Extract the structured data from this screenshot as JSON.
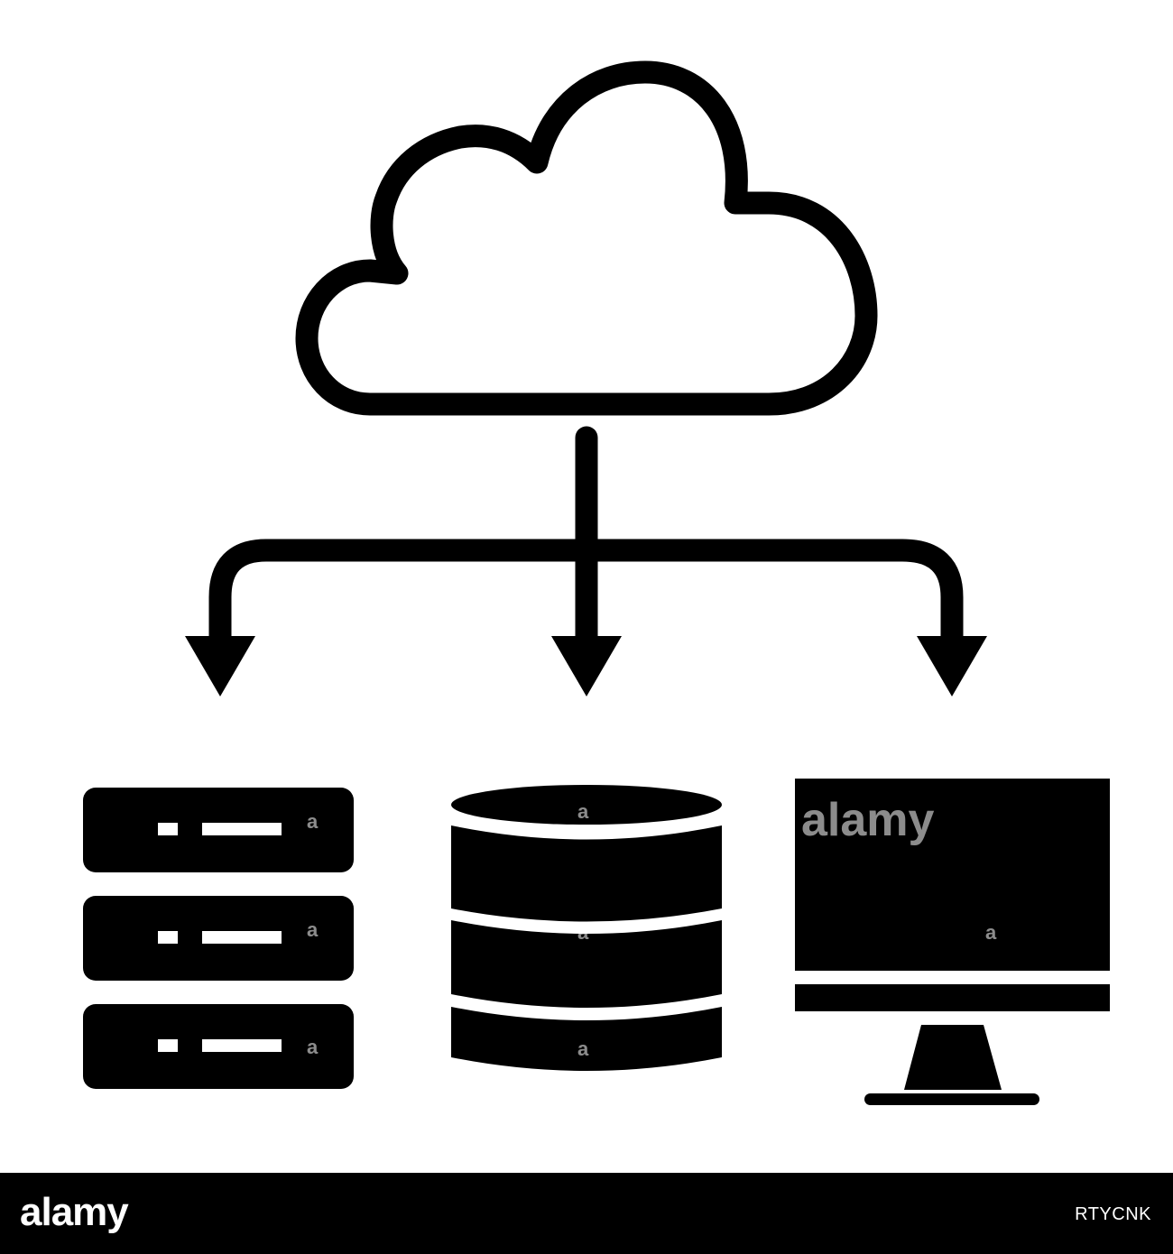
{
  "watermark": {
    "text": "a",
    "brand_text": "alamy"
  },
  "footer": {
    "logo": "alamy",
    "image_id": "RTYCNK"
  },
  "colors": {
    "foreground": "#000000",
    "background": "#ffffff",
    "footer_bar": "#000000"
  },
  "icons": [
    "cloud-icon",
    "server-rack-icon",
    "database-icon",
    "monitor-icon"
  ]
}
